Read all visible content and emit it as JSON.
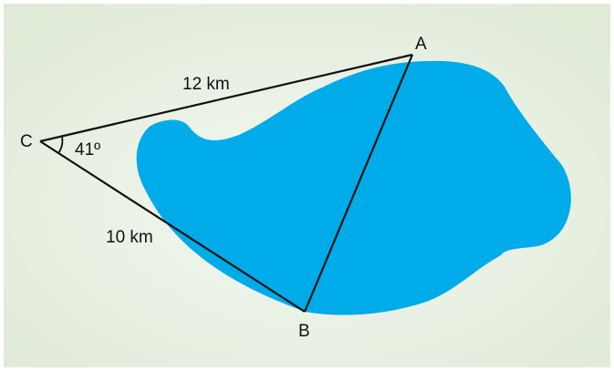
{
  "colors": {
    "background_center": "#f4f8f1",
    "background_edge": "#dfead7",
    "lake": "#00abe9",
    "line": "#111111"
  },
  "points": {
    "A": "A",
    "B": "B",
    "C": "C"
  },
  "sides": {
    "CA": "12 km",
    "CB": "10 km"
  },
  "angle_C": "41º"
}
